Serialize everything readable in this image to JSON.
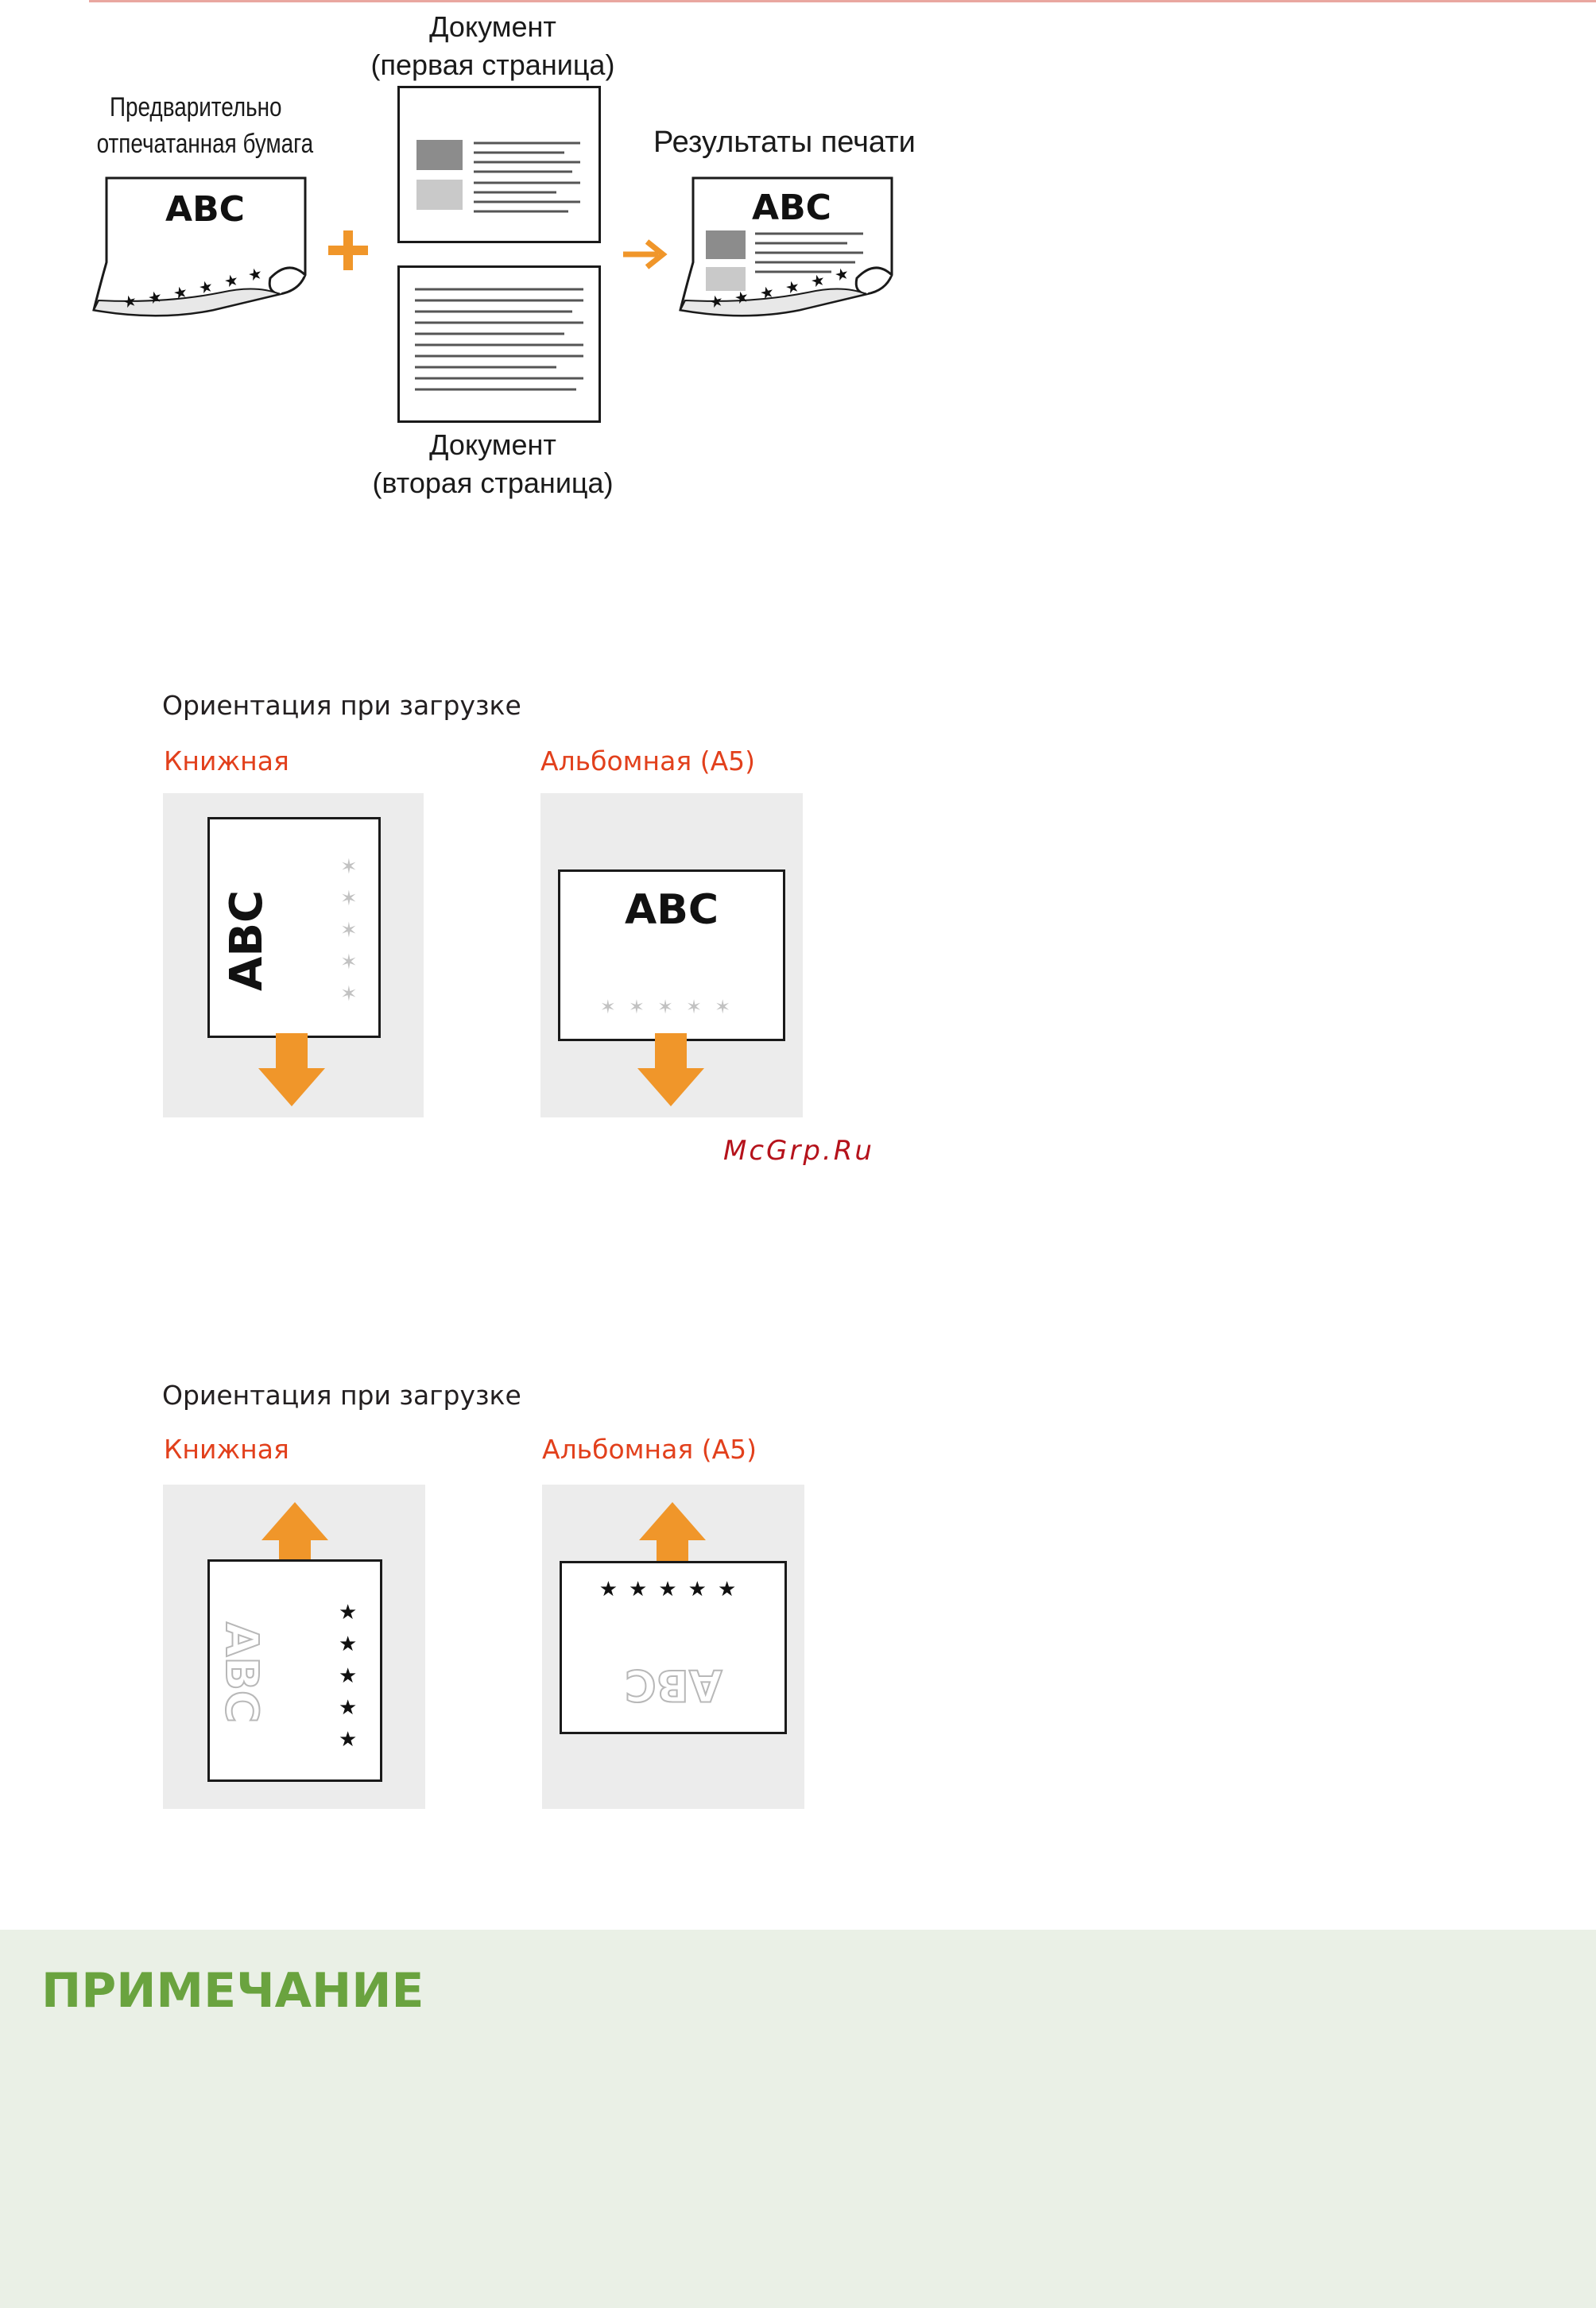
{
  "figure1": {
    "preprinted_label": [
      "Предварительно",
      "отпечатанная бумага"
    ],
    "doc1_label": [
      "Документ",
      "(первая страница)"
    ],
    "doc2_label": [
      "Документ",
      "(вторая страница)"
    ],
    "results_label": "Результаты печати",
    "logo_text": "ABC",
    "plus_symbol": "+",
    "arrow_icon": "arrow-right-icon"
  },
  "section1": {
    "title": "Ориентация при загрузке",
    "portrait_label": "Книжная",
    "landscape_label": "Альбомная (А5)",
    "card_text": "ABC"
  },
  "watermark": "McGrp.Ru",
  "section2": {
    "title": "Ориентация при загрузке",
    "portrait_label": "Книжная",
    "landscape_label": "Альбомная (А5)",
    "card_text": "ABC"
  },
  "note": {
    "title": "ПРИМЕЧАНИЕ"
  },
  "colors": {
    "accent_orange": "#f0962a",
    "label_red": "#e2401c",
    "note_green": "#6aa33f",
    "note_bg": "#eaf0e6",
    "panel_gray": "#ececec"
  }
}
